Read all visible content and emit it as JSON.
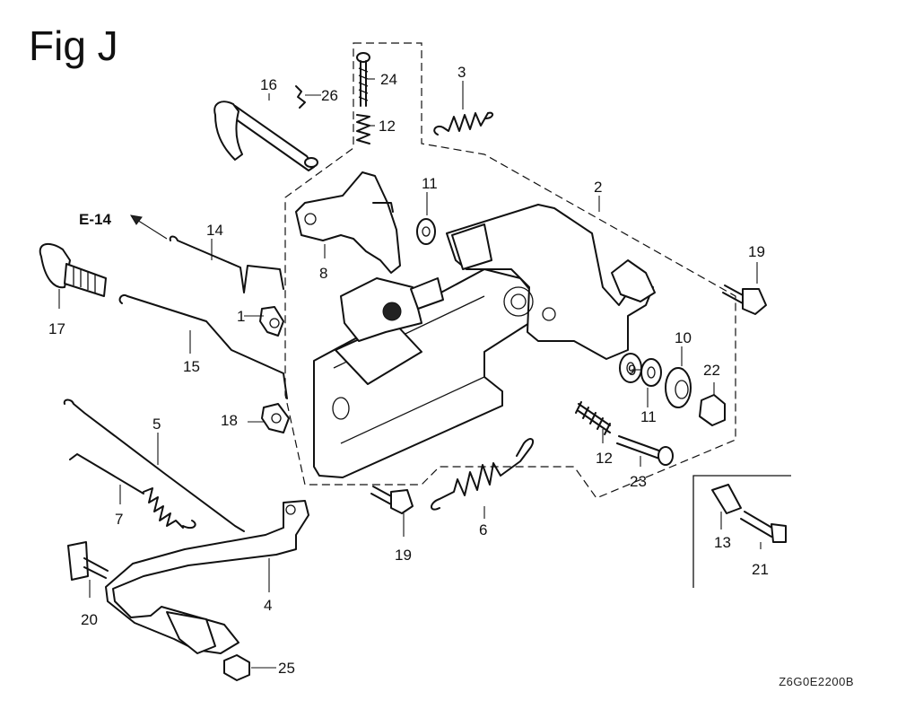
{
  "diagram": {
    "title": "Fig J",
    "code": "Z6G0E2200B",
    "reference": "E-14",
    "callouts": {
      "c1": "1",
      "c2": "2",
      "c3": "3",
      "c4": "4",
      "c5": "5",
      "c6": "6",
      "c7": "7",
      "c8": "8",
      "c9": "9",
      "c10": "10",
      "c11a": "11",
      "c11b": "11",
      "c12a": "12",
      "c12b": "12",
      "c13": "13",
      "c14": "14",
      "c15": "15",
      "c16": "16",
      "c17": "17",
      "c18": "18",
      "c19a": "19",
      "c19b": "19",
      "c20": "20",
      "c21": "21",
      "c22": "22",
      "c23": "23",
      "c24": "24",
      "c25": "25",
      "c26": "26"
    }
  }
}
